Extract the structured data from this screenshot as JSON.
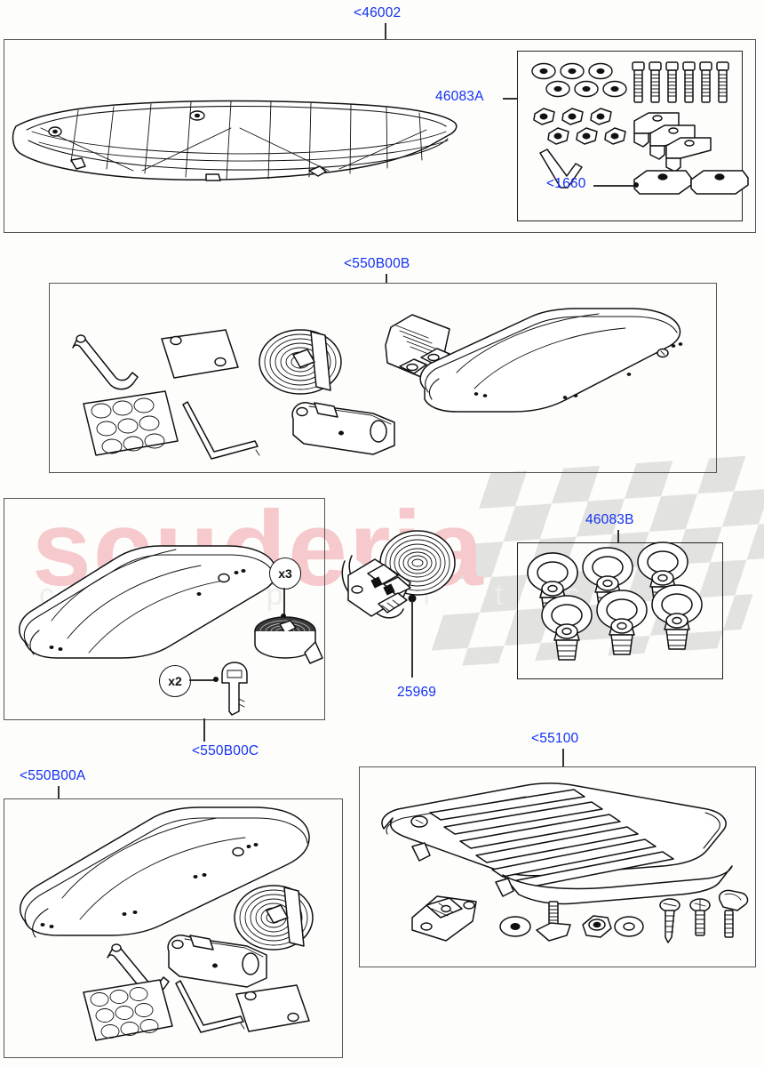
{
  "document": {
    "type": "vehicle-accessory-parts-diagram",
    "watermark_primary": "scuderia",
    "watermark_secondary": "c a r p a r t s",
    "label_color": "#1331f2",
    "line_color": "#111111"
  },
  "panels": [
    {
      "id": "p1",
      "label": "<46002",
      "label_position": "top",
      "contents": "roof rack luggage basket tray",
      "sub_panels": [
        {
          "id": "p1-kit",
          "label": "46083A",
          "label_position": "left",
          "inner_label": "<1660",
          "contents": "fixing kit: washers, bolts, clamps, allen key, rubber pads"
        }
      ]
    },
    {
      "id": "p2",
      "label": "<550B00B",
      "label_position": "top",
      "contents": "roof box with mounting accessories, strap, lock, shim plates"
    },
    {
      "id": "p3",
      "label": "<550B00C",
      "label_position": "bottom",
      "contents": "roof box, keys, strap roll, ratchet strap",
      "quantities": [
        {
          "text": "x3",
          "refers_to": "strap-roll"
        },
        {
          "text": "x2",
          "refers_to": "key"
        }
      ],
      "callouts": [
        {
          "label": "25969",
          "refers_to": "ratchet-strap"
        }
      ]
    },
    {
      "id": "p4",
      "label": "46083B",
      "label_position": "top",
      "contents": "six eye bolt tie down rings"
    },
    {
      "id": "p5",
      "label": "<550B00A",
      "label_position": "top",
      "contents": "long roof box with accessories, strap roll, lock, shim plates"
    },
    {
      "id": "p6",
      "label": "<55100",
      "label_position": "top",
      "contents": "slatted roof rack carrier platform with fixing hardware"
    }
  ],
  "labels": {
    "p1": "<46002",
    "p1_kit": "46083A",
    "p1_kit_inner": "<1660",
    "p2": "<550B00B",
    "p3": "<550B00C",
    "p4": "46083B",
    "p5": "<550B00A",
    "p6": "<55100",
    "qty_x3": "x3",
    "qty_x2": "x2",
    "ratchet": "25969"
  }
}
